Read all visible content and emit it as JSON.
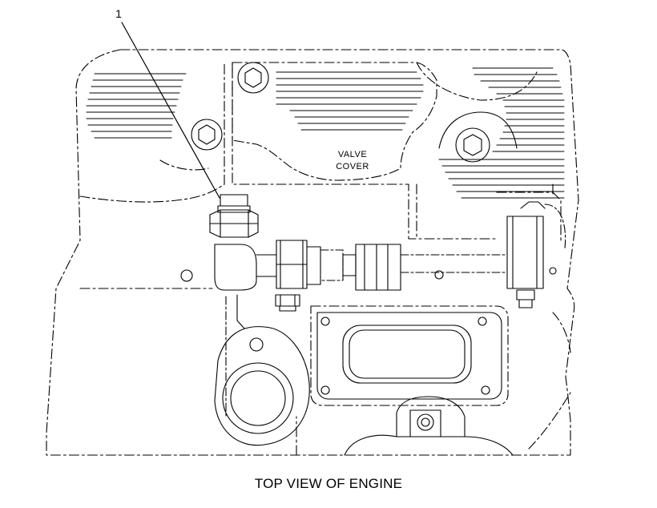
{
  "diagram": {
    "callouts": [
      {
        "id": "1",
        "label": "1"
      }
    ],
    "labels": {
      "valve_cover_line1": "VALVE",
      "valve_cover_line2": "COVER"
    },
    "caption": "TOP VIEW OF ENGINE",
    "line_color": "#000000",
    "background": "#ffffff"
  }
}
